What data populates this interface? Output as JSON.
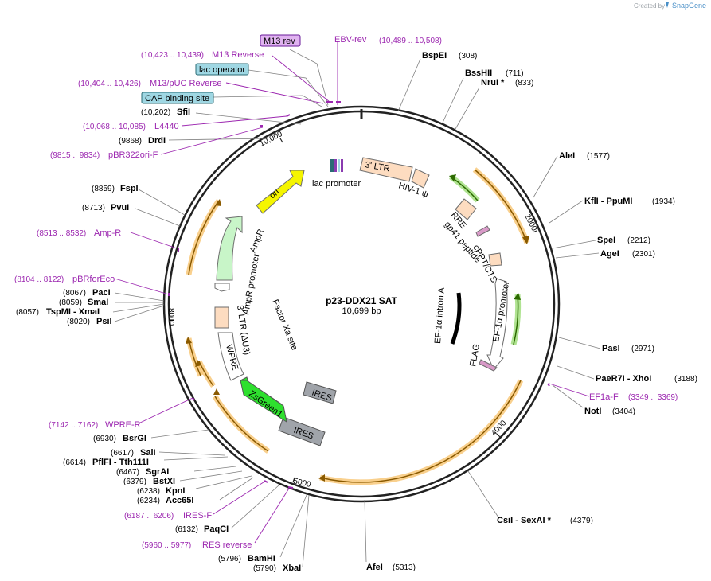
{
  "watermark": {
    "created_by": "Created by",
    "brand": "SnapGene"
  },
  "plasmid": {
    "name": "p23-DDX21 SAT",
    "size": "10,699 bp"
  },
  "ticks": [
    "2000",
    "4000",
    "5000",
    "8000",
    "10,000"
  ],
  "enzymes": [
    {
      "name": "BspEI",
      "pos": "(308)"
    },
    {
      "name": "BssHII",
      "pos": "(711)"
    },
    {
      "name": "NruI *",
      "pos": "(833)"
    },
    {
      "name": "AleI",
      "pos": "(1577)"
    },
    {
      "name": "KflI  - PpuMI",
      "pos": "(1934)"
    },
    {
      "name": "SpeI",
      "pos": "(2212)"
    },
    {
      "name": "AgeI",
      "pos": "(2301)"
    },
    {
      "name": "PasI",
      "pos": "(2971)"
    },
    {
      "name": "PaeR7I  - XhoI",
      "pos": "(3188)"
    },
    {
      "name": "NotI",
      "pos": "(3404)"
    },
    {
      "name": "CsiI  - SexAI *",
      "pos": "(4379)"
    },
    {
      "name": "AfeI",
      "pos": "(5313)"
    },
    {
      "name": "XbaI",
      "pos": "(5790)"
    },
    {
      "name": "BamHI",
      "pos": "(5796)"
    },
    {
      "name": "PaqCI",
      "pos": "(6132)"
    },
    {
      "name": "Acc65I",
      "pos": "(6234)"
    },
    {
      "name": "KpnI",
      "pos": "(6238)"
    },
    {
      "name": "BstXI",
      "pos": "(6379)"
    },
    {
      "name": "SgrAI",
      "pos": "(6467)"
    },
    {
      "name": "PflFI  - Tth111I",
      "pos": "(6614)"
    },
    {
      "name": "SalI",
      "pos": "(6617)"
    },
    {
      "name": "BsrGI",
      "pos": "(6930)"
    },
    {
      "name": "PsiI",
      "pos": "(8020)"
    },
    {
      "name": "TspMI  - XmaI",
      "pos": "(8057)"
    },
    {
      "name": "SmaI",
      "pos": "(8059)"
    },
    {
      "name": "PacI",
      "pos": "(8067)"
    },
    {
      "name": "PvuI",
      "pos": "(8713)"
    },
    {
      "name": "FspI",
      "pos": "(8859)"
    },
    {
      "name": "DrdI",
      "pos": "(9868)"
    },
    {
      "name": "SfiI",
      "pos": "(10,202)"
    }
  ],
  "primers": [
    {
      "name": "M13 rev",
      "pos": "",
      "boxed": true
    },
    {
      "name": "EBV-rev",
      "pos": "(10,489 .. 10,508)"
    },
    {
      "name": "M13 Reverse",
      "pos": "(10,423 .. 10,439)"
    },
    {
      "name": "M13/pUC Reverse",
      "pos": "(10,404 .. 10,426)"
    },
    {
      "name": "L4440",
      "pos": "(10,068 .. 10,085)"
    },
    {
      "name": "pBR322ori-F",
      "pos": "(9815 .. 9834)"
    },
    {
      "name": "Amp-R",
      "pos": "(8513 .. 8532)"
    },
    {
      "name": "pBRforEco",
      "pos": "(8104 .. 8122)"
    },
    {
      "name": "WPRE-R",
      "pos": "(7142 .. 7162)"
    },
    {
      "name": "IRES-F",
      "pos": "(6187 .. 6206)"
    },
    {
      "name": "IRES reverse",
      "pos": "(5960 .. 5977)"
    },
    {
      "name": "EF1a-F",
      "pos": "(3349 .. 3369)"
    }
  ],
  "boxed_features": [
    "lac operator",
    "CAP binding site"
  ],
  "features": [
    "3' LTR",
    "HIV-1 ψ",
    "RRE",
    "gp41 peptide",
    "cPPT/CTS",
    "EF-1α promoter",
    "EF-1α intron A",
    "FLAG",
    "IRES",
    "IRES",
    "ZsGreen1",
    "WPRE",
    "3' LTR (ΔU3)",
    "AmpR promoter",
    "AmpR",
    "ori",
    "lac promoter",
    "Factor Xa site"
  ],
  "colors": {
    "backbone": "#222222",
    "ltr": "#fddcc0",
    "orf_green": "#2ee02e",
    "ampr": "#c8f5c8",
    "ori": "#f5f500",
    "ires": "#a0a4aa",
    "promoter": "#ffffff",
    "primer": "#9c27b0",
    "orange_band": "#f5b041",
    "boxed_operator": "#9fd7e3",
    "boxed_primer": "#e0b3f0"
  }
}
